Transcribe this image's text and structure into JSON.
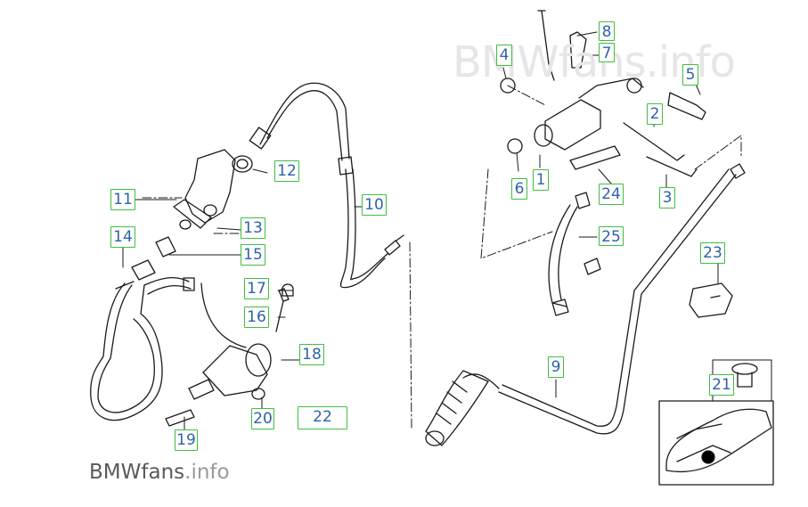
{
  "watermark": "BMWfans.info",
  "brand": {
    "part1": "BMW",
    "part2": "fans",
    "part3": ".info"
  },
  "callouts": [
    "1",
    "2",
    "3",
    "4",
    "5",
    "6",
    "7",
    "8",
    "9",
    "10",
    "11",
    "12",
    "13",
    "14",
    "15",
    "16",
    "17",
    "18",
    "19",
    "20",
    "21",
    "22",
    "23",
    "24",
    "25"
  ],
  "colors": {
    "callout_border": "#3fbf3f",
    "callout_text": "#2f62a8",
    "line": "#1a1a1a"
  }
}
